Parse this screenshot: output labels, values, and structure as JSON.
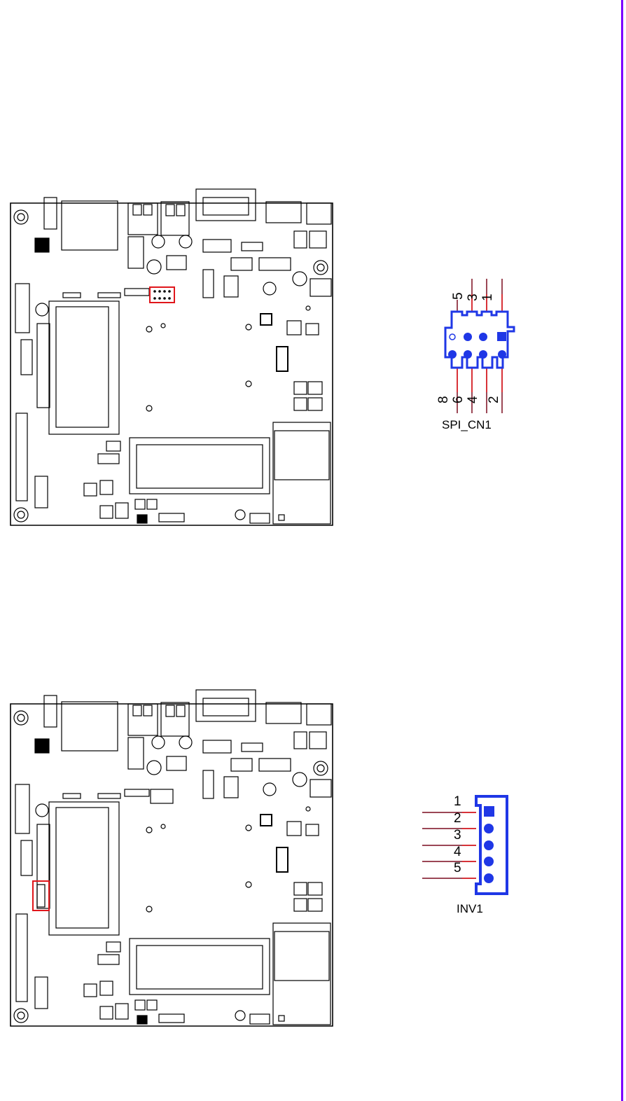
{
  "page": {
    "edge_color": "#7b00ff"
  },
  "figures": [
    {
      "board": {
        "highlight_target": "SPI_CN1 header",
        "highlight_color": "#e0161b"
      },
      "connector": {
        "name": "SPI_CN1",
        "top_pins": [
          "5",
          "3",
          "1"
        ],
        "bottom_pins": [
          "8",
          "6",
          "4",
          "2"
        ],
        "body_color": "#1f37e6",
        "wire_color": "#7a0a1e"
      }
    },
    {
      "board": {
        "highlight_target": "INV1 header",
        "highlight_color": "#e0161b"
      },
      "connector": {
        "name": "INV1",
        "pins": [
          "1",
          "2",
          "3",
          "4",
          "5"
        ],
        "body_color": "#1f37e6",
        "wire_color": "#7a0a1e"
      }
    }
  ]
}
